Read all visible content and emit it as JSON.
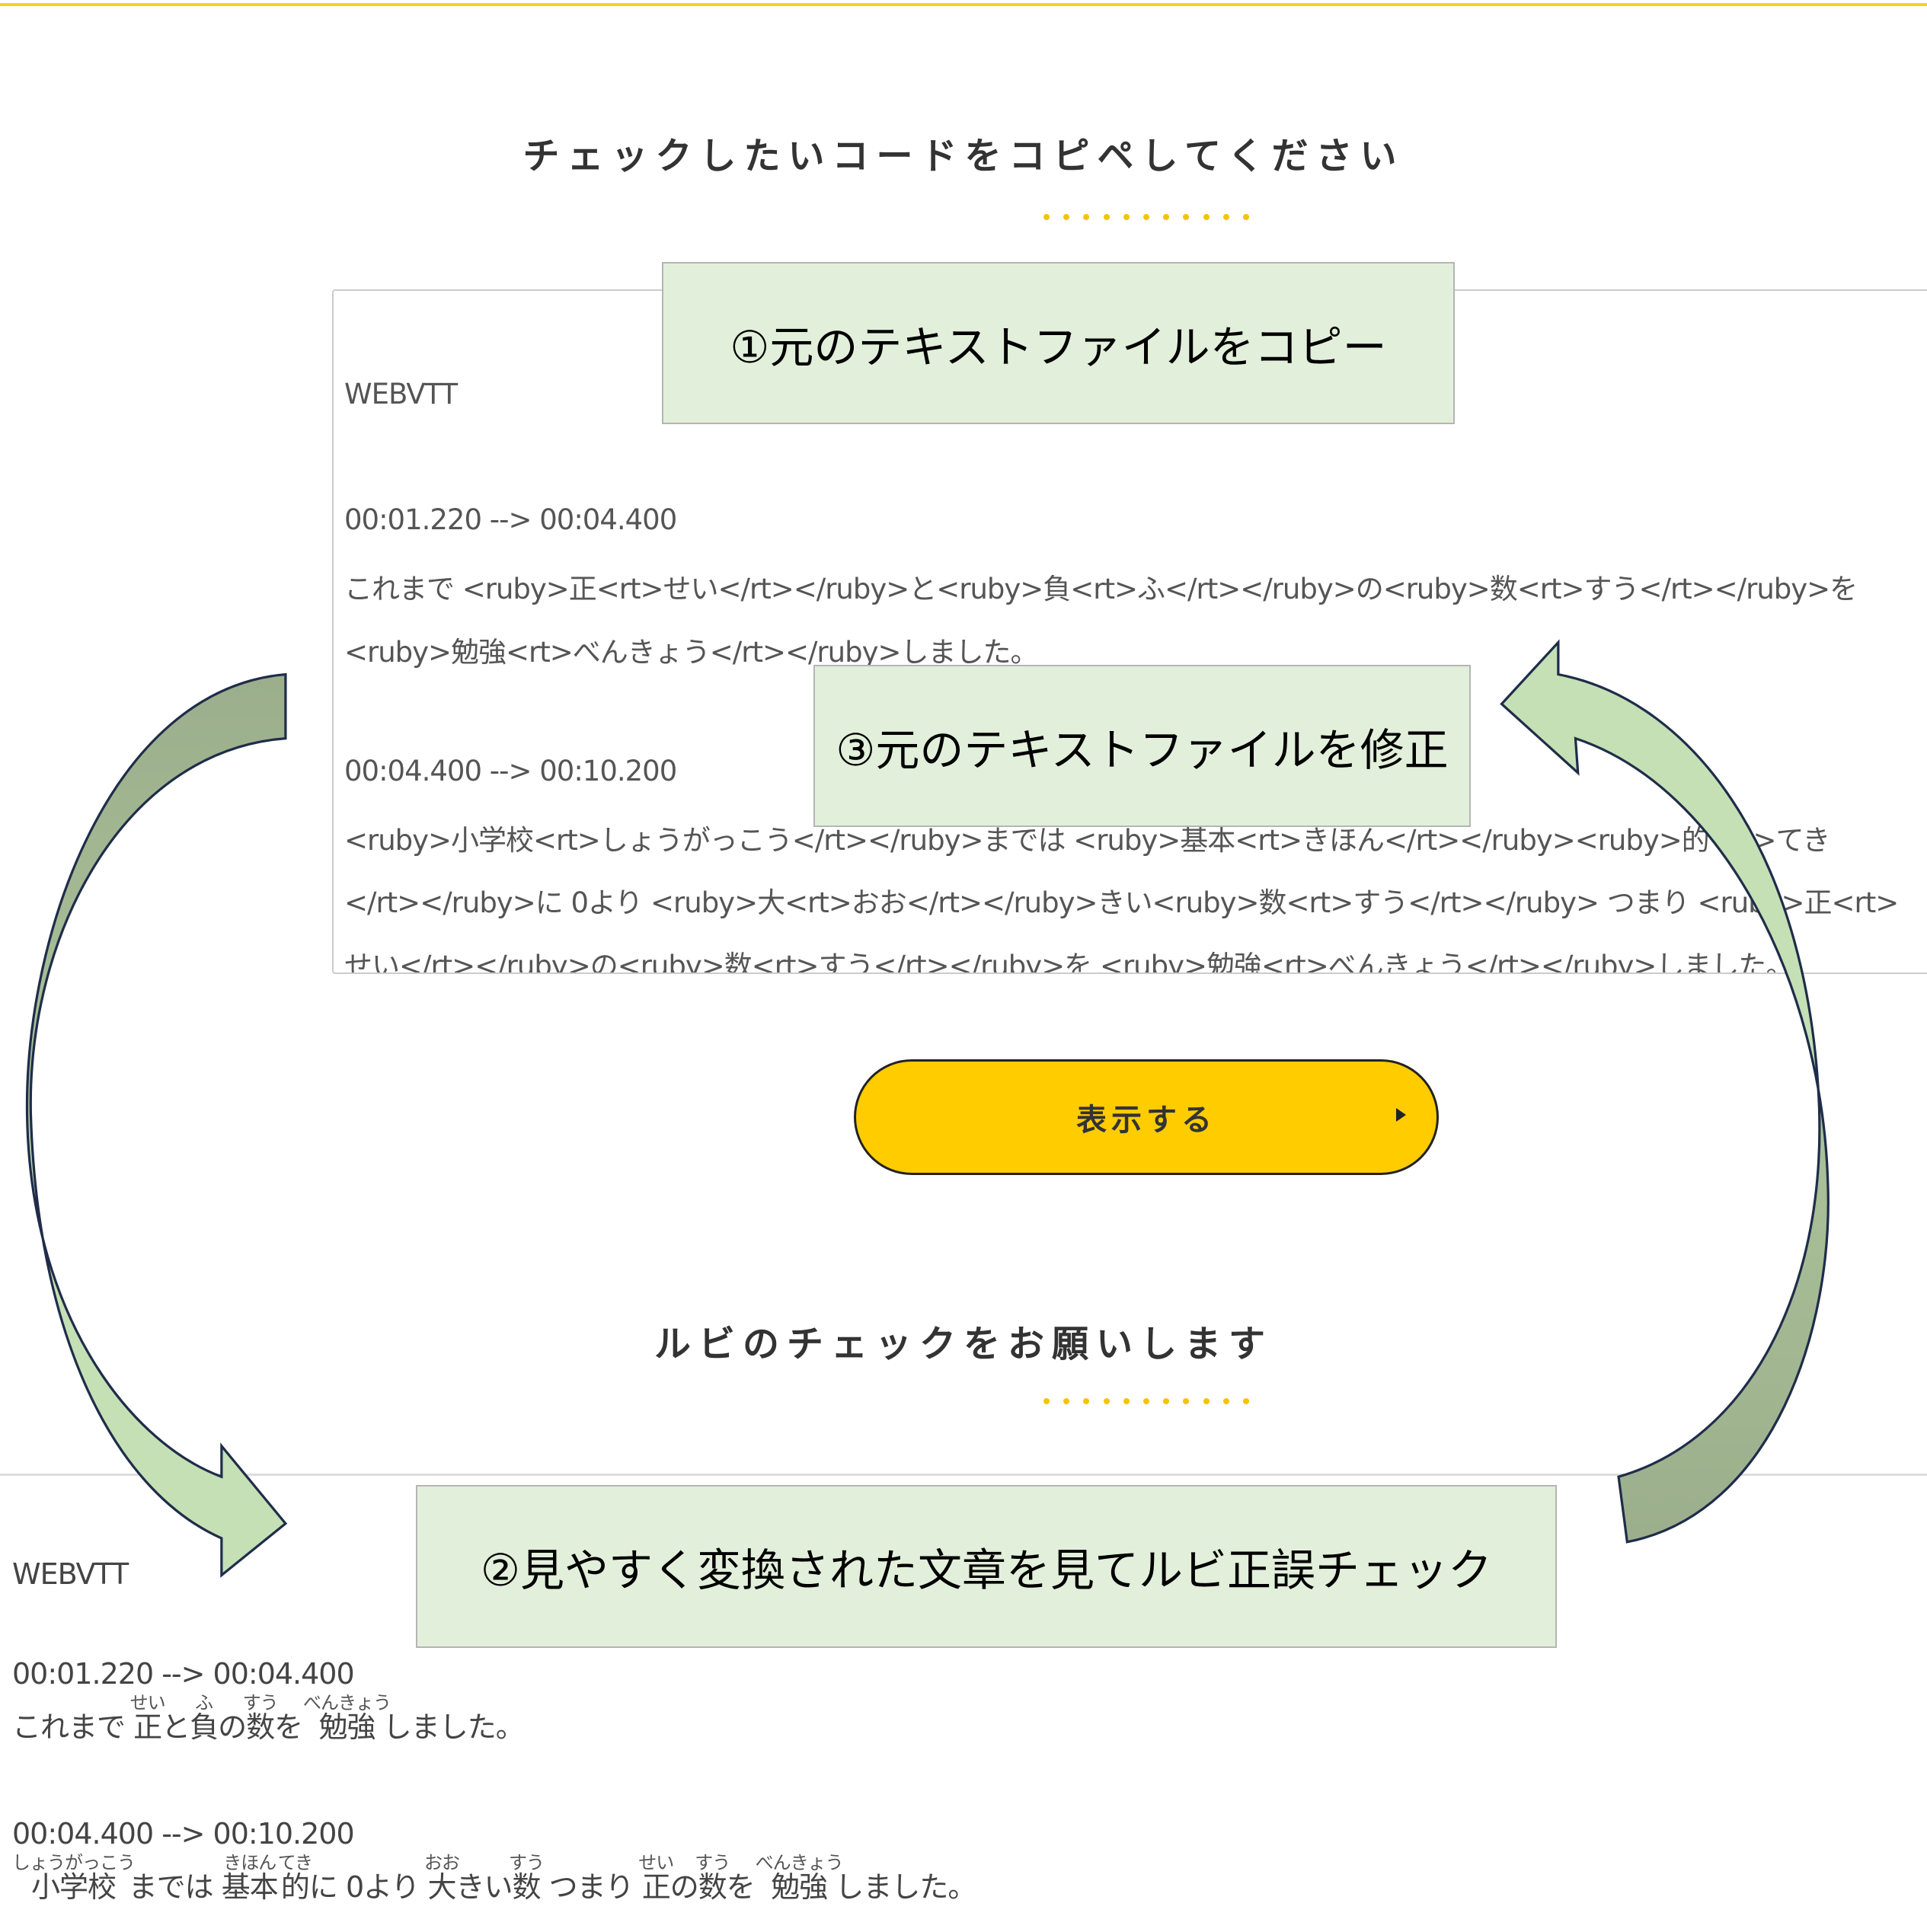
{
  "input_section": {
    "title": "チェックしたいコードをコピペしてください",
    "code_lines": [
      "WEBVTT",
      "00:01.220 --> 00:04.400",
      "これまで <ruby>正<rt>せい</rt></ruby>と<ruby>負<rt>ふ</rt></ruby>の<ruby>数<rt>すう</rt></ruby>を",
      "<ruby>勉強<rt>べんきょう</rt></ruby>しました。",
      "00:04.400 --> 00:10.200",
      "<ruby>小学校<rt>しょうがっこう</rt></ruby>までは <ruby>基本<rt>きほん</rt></ruby><ruby>的<rt>てき",
      "</rt></ruby>に 0より <ruby>大<rt>おお</rt></ruby>きい<ruby>数<rt>すう</rt></ruby> つまり <ruby>正<rt>",
      "せい</rt></ruby>の<ruby>数<rt>すう</rt></ruby>を <ruby>勉強<rt>べんきょう</rt></ruby>しました。"
    ],
    "submit_label": "表示する"
  },
  "output_section": {
    "title": "ルビのチェックをお願いします",
    "header": "WEBVTT",
    "cues": [
      {
        "time": "00:01.220 --> 00:04.400",
        "segments": [
          {
            "text": "これまで "
          },
          {
            "base": "正",
            "rt": "せい"
          },
          {
            "text": "と"
          },
          {
            "base": "負",
            "rt": "ふ"
          },
          {
            "text": "の"
          },
          {
            "base": "数",
            "rt": "すう"
          },
          {
            "text": "を "
          },
          {
            "base": "勉強",
            "rt": "べんきょう"
          },
          {
            "text": "しました。"
          }
        ]
      },
      {
        "time": "00:04.400 --> 00:10.200",
        "segments": [
          {
            "base": "小学校",
            "rt": "しょうがっこう"
          },
          {
            "text": "までは "
          },
          {
            "base": "基本",
            "rt": "きほん"
          },
          {
            "base": "的",
            "rt": "てき"
          },
          {
            "text": "に 0より "
          },
          {
            "base": "大",
            "rt": "おお"
          },
          {
            "text": "きい"
          },
          {
            "base": "数",
            "rt": "すう"
          },
          {
            "text": " つまり "
          },
          {
            "base": "正",
            "rt": "せい"
          },
          {
            "text": "の"
          },
          {
            "base": "数",
            "rt": "すう"
          },
          {
            "text": "を "
          },
          {
            "base": "勉強",
            "rt": "べんきょう"
          },
          {
            "text": "しました。"
          }
        ]
      }
    ]
  },
  "annotations": {
    "step1": "①元のテキストファイルをコピー",
    "step2": "②見やすく変換された文章を見てルビ正誤チェック",
    "step3": "③元のテキストファイルを修正"
  },
  "colors": {
    "accent": "#ffcc00",
    "callout_bg": "#e2efda",
    "arrow_light": "#c5e0b4",
    "arrow_dark": "#9cae8c"
  }
}
